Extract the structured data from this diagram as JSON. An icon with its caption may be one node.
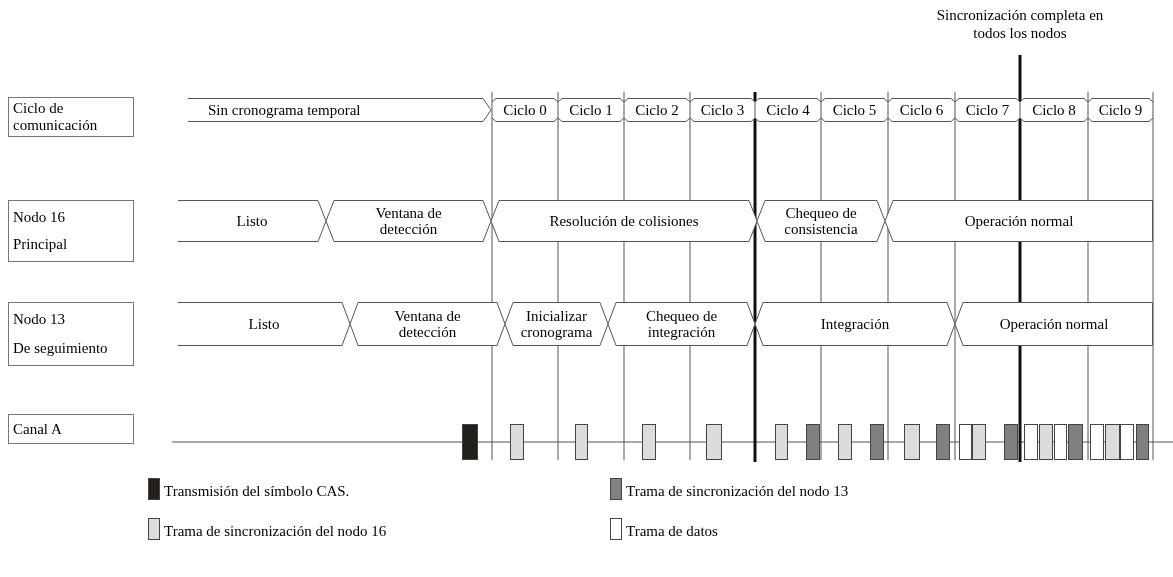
{
  "diagram": {
    "nodes": [
      {
        "text": [
          "Ciclo de comunicación"
        ]
      },
      {
        "text": [
          "Nodo 16",
          "Principal"
        ]
      },
      {
        "text": [
          "Nodo 13",
          "De seguimiento"
        ]
      },
      {
        "text": [
          "Canal A"
        ]
      },
      {
        "text": [
          "Sin cronograma temporal"
        ]
      },
      {
        "text": [
          "Ciclo 0"
        ]
      },
      {
        "text": [
          "Ciclo 1"
        ]
      },
      {
        "text": [
          "Ciclo 2"
        ]
      },
      {
        "text": [
          "Ciclo 3"
        ]
      },
      {
        "text": [
          "Ciclo 4"
        ]
      },
      {
        "text": [
          "Ciclo 5"
        ]
      },
      {
        "text": [
          "Ciclo 6"
        ]
      },
      {
        "text": [
          "Ciclo 7"
        ]
      },
      {
        "text": [
          "Ciclo 8"
        ]
      },
      {
        "text": [
          "Ciclo 9"
        ]
      },
      {
        "text": [
          "Listo"
        ]
      },
      {
        "text": [
          "Ventana de detección"
        ]
      },
      {
        "text": [
          "Resolución de colisiones"
        ]
      },
      {
        "text": [
          "Chequeo de consistencia"
        ]
      },
      {
        "text": [
          "Operación normal"
        ]
      },
      {
        "text": [
          "Listo"
        ]
      },
      {
        "text": [
          "Ventana de detección"
        ]
      },
      {
        "text": [
          "Inicializar cronograma"
        ]
      },
      {
        "text": [
          "Chequeo de integración"
        ]
      },
      {
        "text": [
          "Integración"
        ]
      },
      {
        "text": [
          "Operación normal"
        ]
      }
    ],
    "labels": [
      "Sincronización completa en todos los nodos"
    ],
    "legend": [
      {
        "text": "Transmisión del símbolo CAS.",
        "color": "#231f1b"
      },
      {
        "text": "Trama de sincronización del nodo 13",
        "color": "#808080"
      },
      {
        "text": "Trama de sincronización del nodo 16",
        "color": "#dcdcdc"
      },
      {
        "text": "Trama de datos",
        "color": "#ffffff"
      }
    ]
  }
}
